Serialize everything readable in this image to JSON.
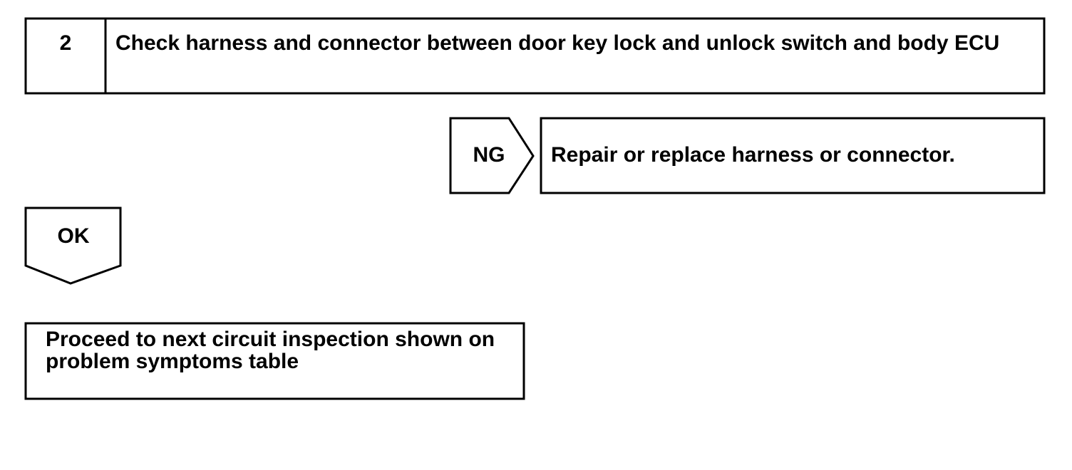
{
  "step": {
    "number": "2",
    "title": "Check harness and connector between door key lock and unlock switch and body ECU"
  },
  "ng_branch": {
    "label": "NG",
    "action": "Repair or replace harness or connector."
  },
  "ok_branch": {
    "label": "OK",
    "action": "Proceed to next circuit inspection shown on problem symptoms table"
  },
  "colors": {
    "stroke": "#000000",
    "background": "#ffffff"
  }
}
